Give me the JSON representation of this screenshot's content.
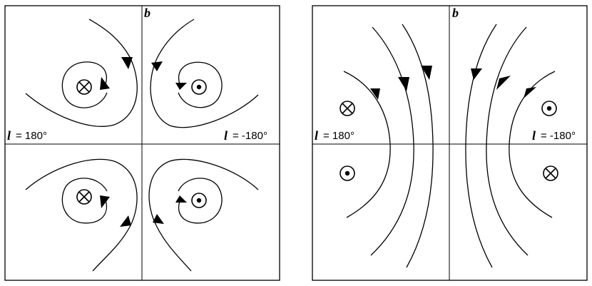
{
  "panels": [
    {
      "axis_b": "b",
      "axis_l": "l",
      "left_value": "= 180°",
      "right_value": "= -180°",
      "symbols": [
        {
          "kind": "cross-in-circle",
          "icon": "field-into-page-icon"
        },
        {
          "kind": "dot-in-circle",
          "icon": "field-out-of-page-icon"
        },
        {
          "kind": "cross-in-circle",
          "icon": "field-into-page-icon"
        },
        {
          "kind": "dot-in-circle",
          "icon": "field-out-of-page-icon"
        }
      ]
    },
    {
      "axis_b": "b",
      "axis_l": "l",
      "left_value": "= 180°",
      "right_value": "= -180°",
      "symbols": [
        {
          "kind": "cross-in-circle",
          "icon": "field-into-page-icon"
        },
        {
          "kind": "dot-in-circle",
          "icon": "field-out-of-page-icon"
        },
        {
          "kind": "dot-in-circle",
          "icon": "field-out-of-page-icon"
        },
        {
          "kind": "cross-in-circle",
          "icon": "field-into-page-icon"
        }
      ]
    }
  ],
  "colors": {
    "ink": "#000000",
    "background": "#ffffff"
  }
}
